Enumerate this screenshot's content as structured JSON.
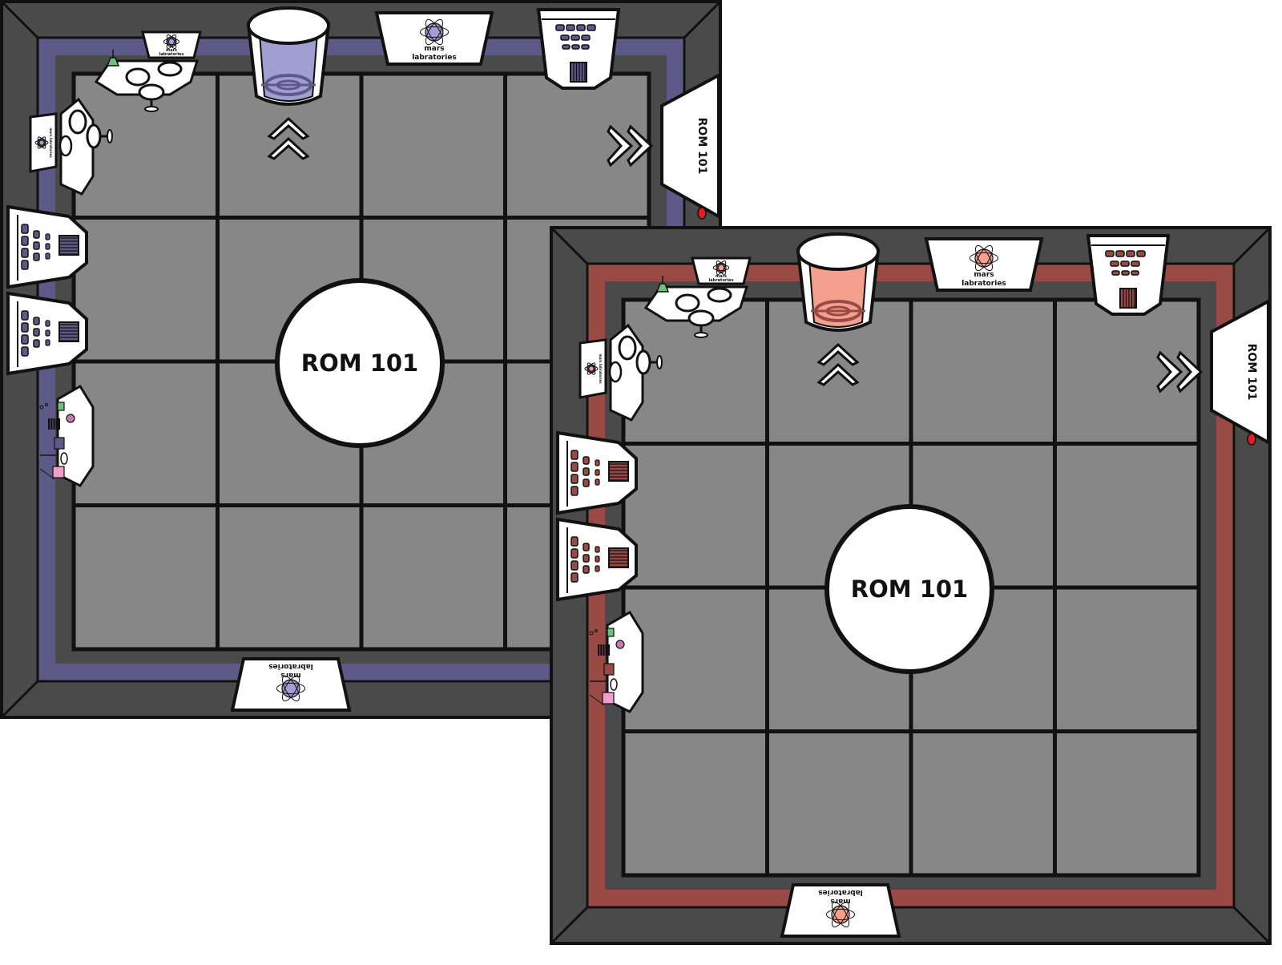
{
  "scene": {
    "background": "#ffffff",
    "colors": {
      "outer_wall": "#4a4a4a",
      "floor": "#878787",
      "grid_line": "#111111",
      "furniture": "#ffffff",
      "outline": "#111111"
    },
    "rooms": [
      {
        "id": "room-purple",
        "accent": "#5e5a88",
        "accent_light": "#a19fd2",
        "center_label": "ROM 101",
        "door_sign": "ROM 101",
        "wall_sign_line1": "mars",
        "wall_sign_line2": "labratories",
        "floor_sign_line1": "mars",
        "floor_sign_line2": "labratories",
        "desk_sign_line1": "mars",
        "desk_sign_line2": "labratories",
        "side_sign_text": "mars labratories",
        "grid": {
          "cols": 4,
          "rows": 4
        },
        "nav_up_icon": "double-chevron-up-icon",
        "nav_right_icon": "double-chevron-right-icon"
      },
      {
        "id": "room-red",
        "accent": "#9a4a45",
        "accent_light": "#f4a08f",
        "center_label": "ROM 101",
        "door_sign": "ROM 101",
        "wall_sign_line1": "mars",
        "wall_sign_line2": "labratories",
        "floor_sign_line1": "mars",
        "floor_sign_line2": "labratories",
        "desk_sign_line1": "mars",
        "desk_sign_line2": "labratories",
        "side_sign_text": "mars labratories",
        "grid": {
          "cols": 4,
          "rows": 4
        },
        "nav_up_icon": "double-chevron-up-icon",
        "nav_right_icon": "double-chevron-right-icon"
      }
    ]
  }
}
